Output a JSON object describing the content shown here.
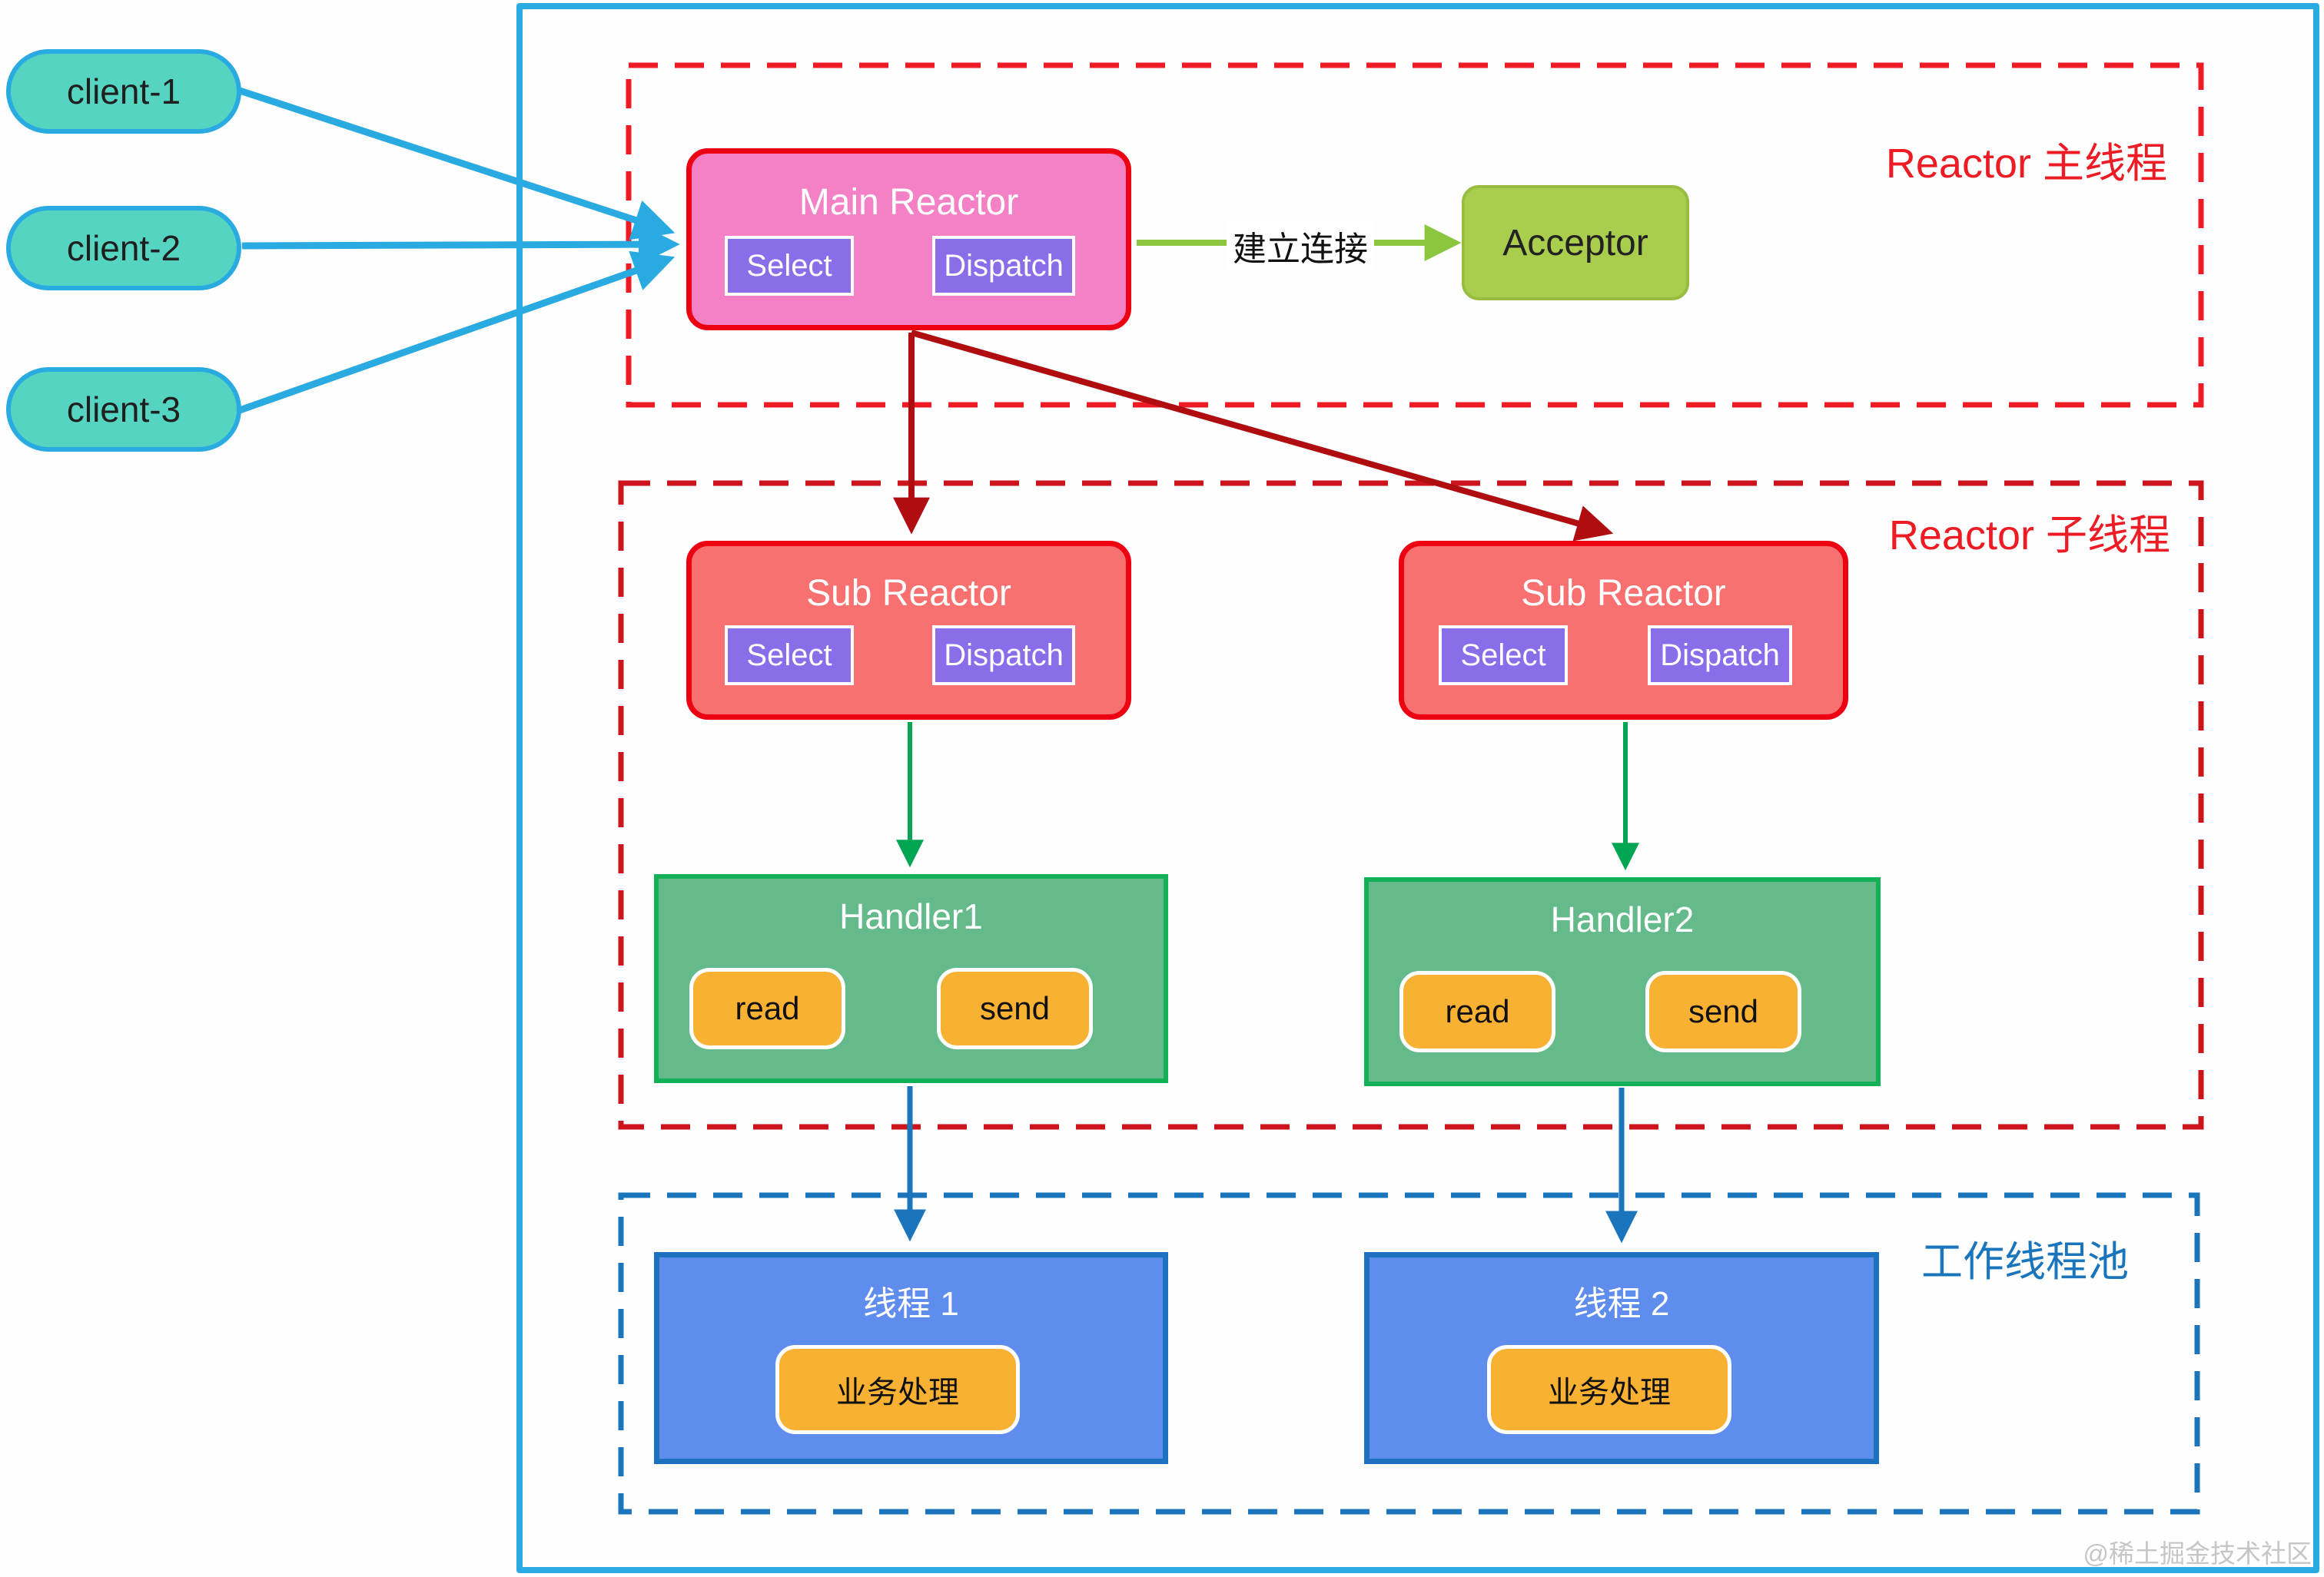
{
  "clients": [
    {
      "label": "client-1"
    },
    {
      "label": "client-2"
    },
    {
      "label": "client-3"
    }
  ],
  "main_group": {
    "label": "Reactor 主线程",
    "reactor": {
      "title": "Main Reactor",
      "select": "Select",
      "dispatch": "Dispatch"
    },
    "connection_label": "建立连接",
    "acceptor_label": "Acceptor"
  },
  "sub_group": {
    "label": "Reactor 子线程",
    "reactors": [
      {
        "title": "Sub Reactor",
        "select": "Select",
        "dispatch": "Dispatch"
      },
      {
        "title": "Sub Reactor",
        "select": "Select",
        "dispatch": "Dispatch"
      }
    ],
    "handlers": [
      {
        "title": "Handler1",
        "read": "read",
        "send": "send"
      },
      {
        "title": "Handler2",
        "read": "read",
        "send": "send"
      }
    ]
  },
  "pool_group": {
    "label": "工作线程池",
    "threads": [
      {
        "title": "线程 1",
        "task": "业务处理"
      },
      {
        "title": "线程 2",
        "task": "业务处理"
      }
    ]
  },
  "watermark": "@稀土掘金技术社区",
  "colors": {
    "boundary_cyan": "#29ABE2",
    "client_fill": "#55D4C2",
    "main_reactor_fill": "#F480C5",
    "sub_reactor_fill": "#F97070",
    "reactor_border": "#EE0013",
    "select_dispatch_fill": "#8A6DE8",
    "acceptor_fill": "#A9CD4D",
    "connection_arrow": "#8CC63F",
    "main_group_border": "#ED1C24",
    "sub_group_border": "#CC141C",
    "worker_pool_border": "#1B75BC",
    "handler_fill": "#64BA8A",
    "handler_border": "#12B156",
    "button_orange": "#F9B133",
    "thread_fill": "#5F8DED",
    "dispatch_arrow_dark_red": "#B00D11",
    "handler_arrow_green": "#00A651",
    "thread_arrow_blue": "#1B75BC",
    "watermark_gray": "#C6C6C6"
  }
}
